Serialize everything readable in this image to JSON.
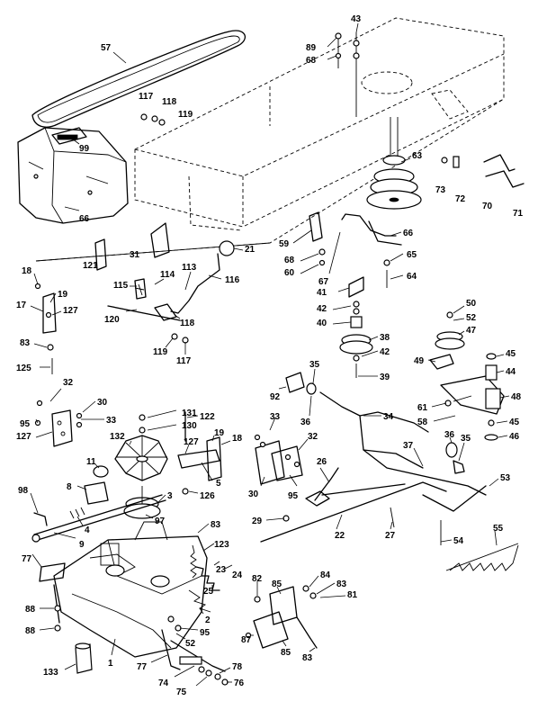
{
  "diagram_title": "",
  "callouts": [
    {
      "id": "c57",
      "label": "57"
    },
    {
      "id": "c43",
      "label": "43"
    },
    {
      "id": "c89a",
      "label": "89"
    },
    {
      "id": "c68a",
      "label": "68"
    },
    {
      "id": "c117a",
      "label": "117"
    },
    {
      "id": "c118a",
      "label": "118"
    },
    {
      "id": "c119a",
      "label": "119"
    },
    {
      "id": "c99",
      "label": "99"
    },
    {
      "id": "c63",
      "label": "63"
    },
    {
      "id": "c73",
      "label": "73"
    },
    {
      "id": "c72",
      "label": "72"
    },
    {
      "id": "c70",
      "label": "70"
    },
    {
      "id": "c71",
      "label": "71"
    },
    {
      "id": "c66a",
      "label": "66"
    },
    {
      "id": "c66b",
      "label": "66"
    },
    {
      "id": "c59",
      "label": "59"
    },
    {
      "id": "c68b",
      "label": "68"
    },
    {
      "id": "c60",
      "label": "60"
    },
    {
      "id": "c31",
      "label": "31"
    },
    {
      "id": "c21",
      "label": "21"
    },
    {
      "id": "c121",
      "label": "121"
    },
    {
      "id": "c65",
      "label": "65"
    },
    {
      "id": "c64",
      "label": "64"
    },
    {
      "id": "c67",
      "label": "67"
    },
    {
      "id": "c18a",
      "label": "18"
    },
    {
      "id": "c114",
      "label": "114"
    },
    {
      "id": "c113",
      "label": "113"
    },
    {
      "id": "c116",
      "label": "116"
    },
    {
      "id": "c19a",
      "label": "19"
    },
    {
      "id": "c41",
      "label": "41"
    },
    {
      "id": "c115",
      "label": "115"
    },
    {
      "id": "c17",
      "label": "17"
    },
    {
      "id": "c127a",
      "label": "127"
    },
    {
      "id": "c42a",
      "label": "42"
    },
    {
      "id": "c120",
      "label": "120"
    },
    {
      "id": "c40",
      "label": "40"
    },
    {
      "id": "c118b",
      "label": "118"
    },
    {
      "id": "c50",
      "label": "50"
    },
    {
      "id": "c52a",
      "label": "52"
    },
    {
      "id": "c47",
      "label": "47"
    },
    {
      "id": "c38",
      "label": "38"
    },
    {
      "id": "c83a",
      "label": "83"
    },
    {
      "id": "c42b",
      "label": "42"
    },
    {
      "id": "c119b",
      "label": "119"
    },
    {
      "id": "c117b",
      "label": "117"
    },
    {
      "id": "c45a",
      "label": "45"
    },
    {
      "id": "c49",
      "label": "49"
    },
    {
      "id": "c39",
      "label": "39"
    },
    {
      "id": "c125",
      "label": "125"
    },
    {
      "id": "c35a",
      "label": "35"
    },
    {
      "id": "c44",
      "label": "44"
    },
    {
      "id": "c32a",
      "label": "32"
    },
    {
      "id": "c92",
      "label": "92"
    },
    {
      "id": "c48",
      "label": "48"
    },
    {
      "id": "c30a",
      "label": "30"
    },
    {
      "id": "c61",
      "label": "61"
    },
    {
      "id": "c131",
      "label": "131"
    },
    {
      "id": "c122",
      "label": "122"
    },
    {
      "id": "c36a",
      "label": "36"
    },
    {
      "id": "c34",
      "label": "34"
    },
    {
      "id": "c95a",
      "label": "95"
    },
    {
      "id": "c33a",
      "label": "33"
    },
    {
      "id": "c130",
      "label": "130"
    },
    {
      "id": "c58",
      "label": "58"
    },
    {
      "id": "c45b",
      "label": "45"
    },
    {
      "id": "c127b",
      "label": "127"
    },
    {
      "id": "c33b",
      "label": "33"
    },
    {
      "id": "c19b",
      "label": "19"
    },
    {
      "id": "c18b",
      "label": "18"
    },
    {
      "id": "c46",
      "label": "46"
    },
    {
      "id": "c132",
      "label": "132"
    },
    {
      "id": "c127c",
      "label": "127"
    },
    {
      "id": "c32b",
      "label": "32"
    },
    {
      "id": "c37",
      "label": "37"
    },
    {
      "id": "c36b",
      "label": "36"
    },
    {
      "id": "c35b",
      "label": "35"
    },
    {
      "id": "c11",
      "label": "11"
    },
    {
      "id": "c5",
      "label": "5"
    },
    {
      "id": "c26",
      "label": "26"
    },
    {
      "id": "c8",
      "label": "8"
    },
    {
      "id": "c126",
      "label": "126"
    },
    {
      "id": "c30b",
      "label": "30"
    },
    {
      "id": "c95b",
      "label": "95"
    },
    {
      "id": "c98",
      "label": "98"
    },
    {
      "id": "c3",
      "label": "3"
    },
    {
      "id": "c53",
      "label": "53"
    },
    {
      "id": "c97",
      "label": "97"
    },
    {
      "id": "c4",
      "label": "4"
    },
    {
      "id": "c83b",
      "label": "83"
    },
    {
      "id": "c29",
      "label": "29"
    },
    {
      "id": "c22",
      "label": "22"
    },
    {
      "id": "c27",
      "label": "27"
    },
    {
      "id": "c9",
      "label": "9"
    },
    {
      "id": "c123",
      "label": "123"
    },
    {
      "id": "c55",
      "label": "55"
    },
    {
      "id": "c54",
      "label": "54"
    },
    {
      "id": "c77a",
      "label": "77"
    },
    {
      "id": "c23",
      "label": "23"
    },
    {
      "id": "c24",
      "label": "24"
    },
    {
      "id": "c25",
      "label": "25"
    },
    {
      "id": "c82",
      "label": "82"
    },
    {
      "id": "c85a",
      "label": "85"
    },
    {
      "id": "c84",
      "label": "84"
    },
    {
      "id": "c83c",
      "label": "83"
    },
    {
      "id": "c81",
      "label": "81"
    },
    {
      "id": "c88a",
      "label": "88"
    },
    {
      "id": "c2",
      "label": "2"
    },
    {
      "id": "c88b",
      "label": "88"
    },
    {
      "id": "c95c",
      "label": "95"
    },
    {
      "id": "c87",
      "label": "87"
    },
    {
      "id": "c85b",
      "label": "85"
    },
    {
      "id": "c52b",
      "label": "52"
    },
    {
      "id": "c83d",
      "label": "83"
    },
    {
      "id": "c1",
      "label": "1"
    },
    {
      "id": "c133",
      "label": "133"
    },
    {
      "id": "c77b",
      "label": "77"
    },
    {
      "id": "c78",
      "label": "78"
    },
    {
      "id": "c74",
      "label": "74"
    },
    {
      "id": "c75",
      "label": "75"
    },
    {
      "id": "c76",
      "label": "76"
    }
  ]
}
